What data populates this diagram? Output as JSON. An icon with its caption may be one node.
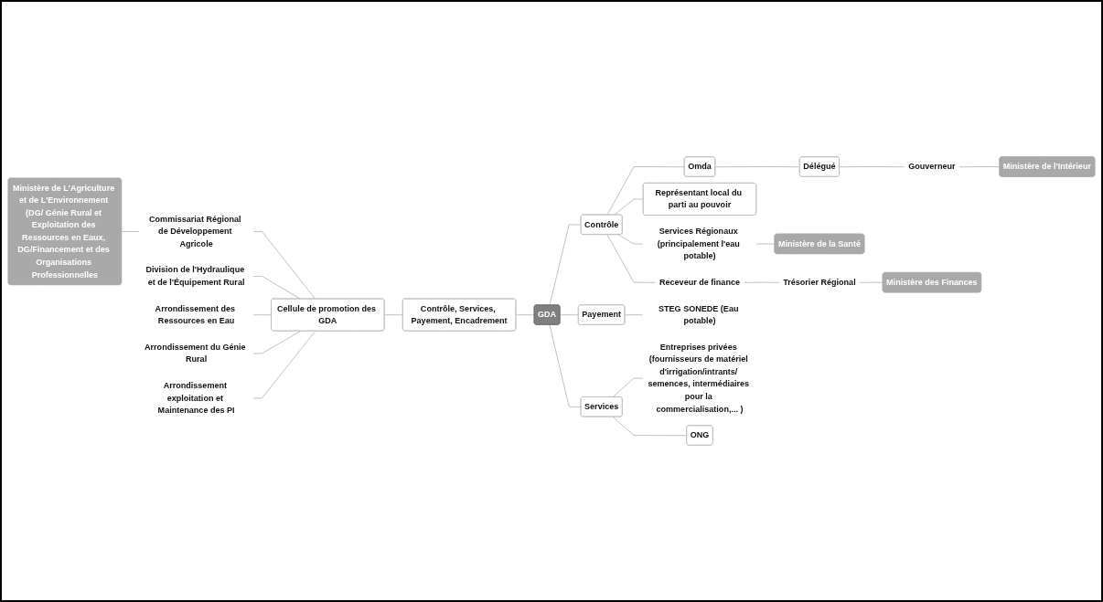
{
  "diagram": {
    "nodes": [
      {
        "text": [
          "GDA"
        ]
      },
      {
        "text": [
          "Contrôle, Services, Payement, Encadrement"
        ]
      },
      {
        "text": [
          "Cellule de promotion des GDA"
        ]
      },
      {
        "text": [
          "Commissariat Régional de Développement Agricole"
        ]
      },
      {
        "text": [
          "Ministère de L'Agriculture et de L'Environnement (DG/ Génie Rural et Exploitation des Ressources en Eaux, DG/Financement et des Organisations Professionnelles"
        ]
      },
      {
        "text": [
          "Division de l'Hydraulique et de l'Équipement Rural"
        ]
      },
      {
        "text": [
          "Arrondissement des Ressources en Eau"
        ]
      },
      {
        "text": [
          "Arrondissement du Génie Rural"
        ]
      },
      {
        "text": [
          "Arrondissement exploitation et Maintenance des PI"
        ]
      },
      {
        "text": [
          "Contrôle"
        ]
      },
      {
        "text": [
          "Omda"
        ]
      },
      {
        "text": [
          "Délégué"
        ]
      },
      {
        "text": [
          "Gouverneur"
        ]
      },
      {
        "text": [
          "Ministère de l'Intérieur"
        ]
      },
      {
        "text": [
          "Représentant local du parti au pouvoir"
        ]
      },
      {
        "text": [
          "Services Régionaux (principalement l'eau potable)"
        ]
      },
      {
        "text": [
          "Ministère de la Santé"
        ]
      },
      {
        "text": [
          "Receveur de finance"
        ]
      },
      {
        "text": [
          "Trésorier Régional"
        ]
      },
      {
        "text": [
          "Ministère des Finances"
        ]
      },
      {
        "text": [
          "Payement"
        ]
      },
      {
        "text": [
          "STEG SONEDE (Eau potable)"
        ]
      },
      {
        "text": [
          "Services"
        ]
      },
      {
        "text": [
          "Entreprises privées (fournisseurs de matériel d'irrigation/intrants/ semences, intermédiaires pour la commercialisation,... )"
        ]
      },
      {
        "text": [
          "ONG"
        ]
      }
    ],
    "edges": [
      {
        "from": 0,
        "to": 1,
        "arrow": "none"
      },
      {
        "from": 1,
        "to": 2,
        "arrow": "none"
      },
      {
        "from": 2,
        "to": 3,
        "arrow": "none"
      },
      {
        "from": 3,
        "to": 4,
        "arrow": "none"
      },
      {
        "from": 2,
        "to": 5,
        "arrow": "none"
      },
      {
        "from": 2,
        "to": 6,
        "arrow": "none"
      },
      {
        "from": 2,
        "to": 7,
        "arrow": "none"
      },
      {
        "from": 2,
        "to": 8,
        "arrow": "none"
      },
      {
        "from": 0,
        "to": 9,
        "arrow": "none"
      },
      {
        "from": 9,
        "to": 10,
        "arrow": "none"
      },
      {
        "from": 10,
        "to": 11,
        "arrow": "none"
      },
      {
        "from": 11,
        "to": 12,
        "arrow": "none"
      },
      {
        "from": 12,
        "to": 13,
        "arrow": "none"
      },
      {
        "from": 9,
        "to": 14,
        "arrow": "none"
      },
      {
        "from": 9,
        "to": 15,
        "arrow": "none"
      },
      {
        "from": 15,
        "to": 16,
        "arrow": "none"
      },
      {
        "from": 9,
        "to": 17,
        "arrow": "none"
      },
      {
        "from": 17,
        "to": 18,
        "arrow": "none"
      },
      {
        "from": 18,
        "to": 19,
        "arrow": "none"
      },
      {
        "from": 0,
        "to": 20,
        "arrow": "none"
      },
      {
        "from": 20,
        "to": 21,
        "arrow": "none"
      },
      {
        "from": 0,
        "to": 22,
        "arrow": "none"
      },
      {
        "from": 22,
        "to": 23,
        "arrow": "none"
      },
      {
        "from": 22,
        "to": 24,
        "arrow": "none"
      }
    ]
  }
}
